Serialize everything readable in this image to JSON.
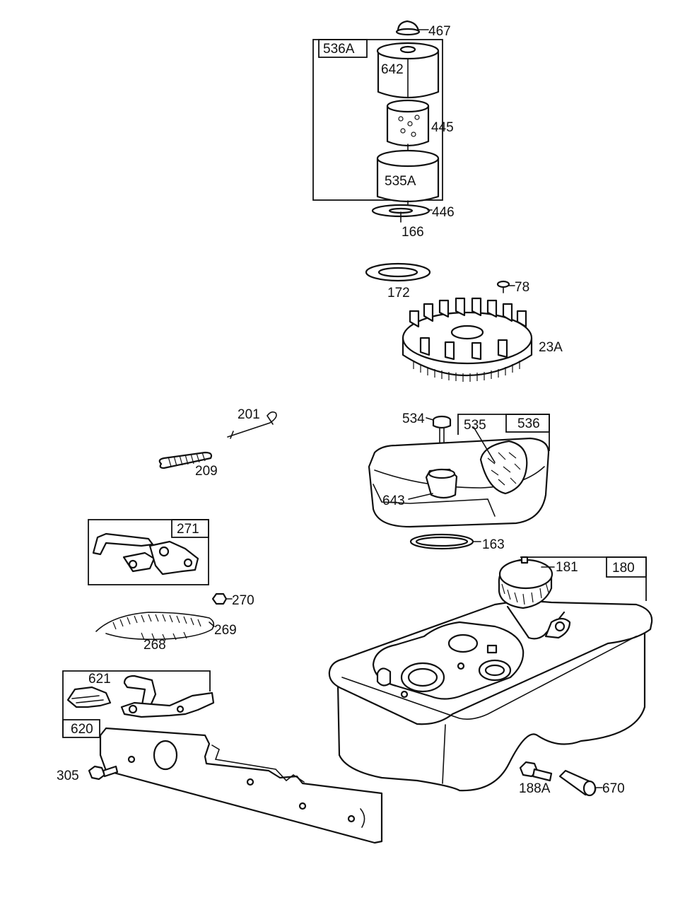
{
  "labels": {
    "l467": "467",
    "l536A": "536A",
    "l642": "642",
    "l445": "445",
    "l535A": "535A",
    "l446": "446",
    "l166": "166",
    "l172": "172",
    "l78": "78",
    "l23A": "23A",
    "l201": "201",
    "l209": "209",
    "l534": "534",
    "l535": "535",
    "l536": "536",
    "l643": "643",
    "l163": "163",
    "l271": "271",
    "l270": "270",
    "l269": "269",
    "l268": "268",
    "l181": "181",
    "l180": "180",
    "l621": "621",
    "l620": "620",
    "l305": "305",
    "l188A": "188A",
    "l670": "670"
  }
}
